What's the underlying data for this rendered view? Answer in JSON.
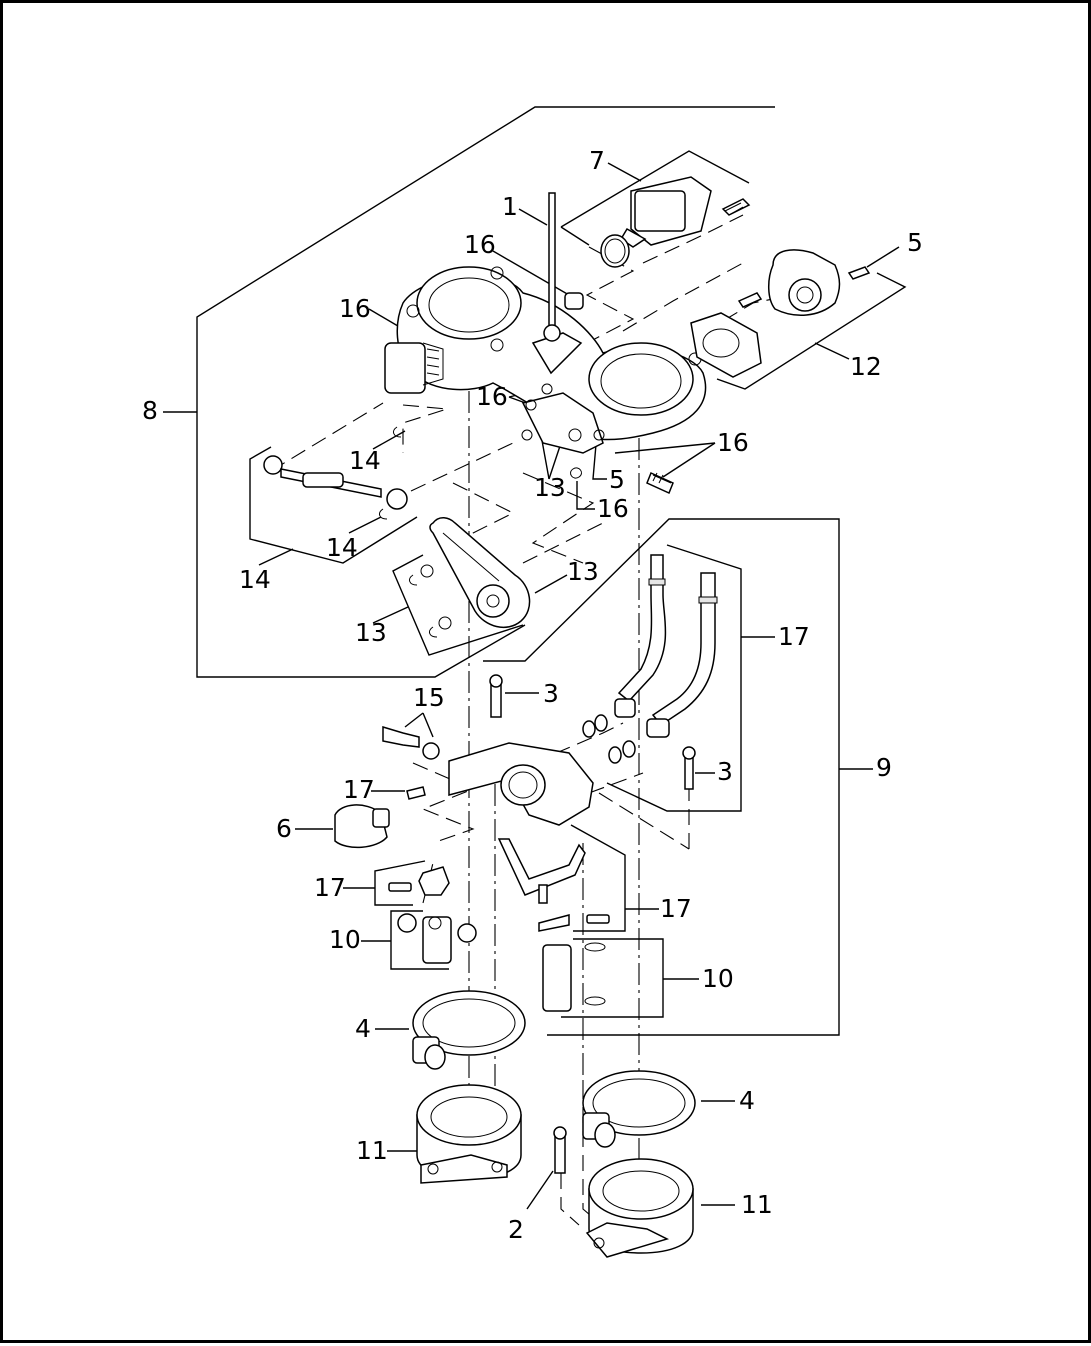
{
  "callouts": [
    {
      "id": "c1",
      "text": "1"
    },
    {
      "id": "c7",
      "text": "7"
    },
    {
      "id": "c5a",
      "text": "5"
    },
    {
      "id": "c16a",
      "text": "16"
    },
    {
      "id": "c16b",
      "text": "16"
    },
    {
      "id": "c12",
      "text": "12"
    },
    {
      "id": "c8",
      "text": "8"
    },
    {
      "id": "c16c",
      "text": "16"
    },
    {
      "id": "c16d",
      "text": "16"
    },
    {
      "id": "c14a",
      "text": "14"
    },
    {
      "id": "c13a",
      "text": "13"
    },
    {
      "id": "c5b",
      "text": "5"
    },
    {
      "id": "c16e",
      "text": "16"
    },
    {
      "id": "c14b",
      "text": "14"
    },
    {
      "id": "c14c",
      "text": "14"
    },
    {
      "id": "c13b",
      "text": "13"
    },
    {
      "id": "c13c",
      "text": "13"
    },
    {
      "id": "c17a",
      "text": "17"
    },
    {
      "id": "c3a",
      "text": "3"
    },
    {
      "id": "c15",
      "text": "15"
    },
    {
      "id": "c17b",
      "text": "17"
    },
    {
      "id": "c3b",
      "text": "3"
    },
    {
      "id": "c9",
      "text": "9"
    },
    {
      "id": "c6",
      "text": "6"
    },
    {
      "id": "c17c",
      "text": "17"
    },
    {
      "id": "c17d",
      "text": "17"
    },
    {
      "id": "c10a",
      "text": "10"
    },
    {
      "id": "c10b",
      "text": "10"
    },
    {
      "id": "c4a",
      "text": "4"
    },
    {
      "id": "c4b",
      "text": "4"
    },
    {
      "id": "c11a",
      "text": "11"
    },
    {
      "id": "c11b",
      "text": "11"
    },
    {
      "id": "c2",
      "text": "2"
    }
  ]
}
